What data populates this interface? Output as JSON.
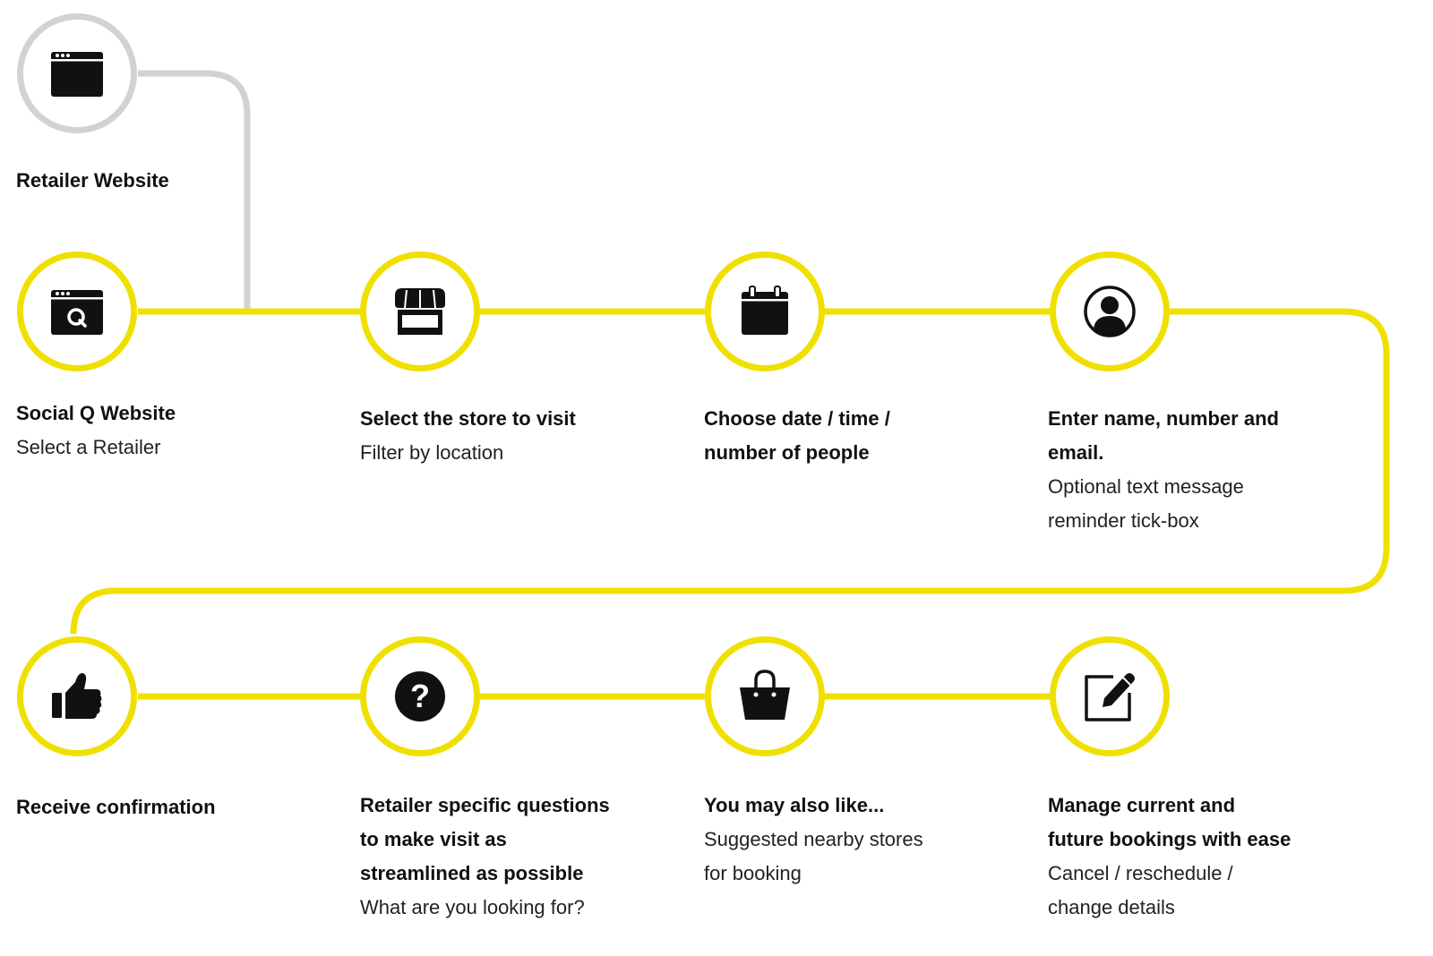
{
  "colors": {
    "accent": "#f0e000",
    "inactive": "#d2d2d2",
    "icon": "#111111"
  },
  "steps": [
    {
      "id": "retailer-website",
      "icon": "browser-window-icon",
      "title": "Retailer Website",
      "subtitle_lines": []
    },
    {
      "id": "social-q-website",
      "icon": "browser-q-icon",
      "title": "Social Q Website",
      "subtitle_lines": [
        "Select a Retailer"
      ]
    },
    {
      "id": "select-store",
      "icon": "storefront-icon",
      "title": "Select the store to visit",
      "subtitle_lines": [
        "Filter by location"
      ]
    },
    {
      "id": "choose-date",
      "icon": "calendar-icon",
      "title_lines": [
        "Choose date / time /",
        "number of people"
      ],
      "subtitle_lines": []
    },
    {
      "id": "enter-details",
      "icon": "user-avatar-icon",
      "title_lines": [
        "Enter name, number and",
        "email."
      ],
      "subtitle_lines": [
        "Optional text message",
        "reminder tick-box"
      ]
    },
    {
      "id": "receive-confirmation",
      "icon": "thumbs-up-icon",
      "title": "Receive confirmation",
      "subtitle_lines": []
    },
    {
      "id": "retailer-questions",
      "icon": "question-mark-icon",
      "title_lines": [
        "Retailer specific questions",
        "to make visit as",
        "streamlined as possible"
      ],
      "subtitle_lines": [
        "What are you looking for?"
      ]
    },
    {
      "id": "you-may-also-like",
      "icon": "shopping-bag-icon",
      "title": "You may also like...",
      "subtitle_lines": [
        "Suggested nearby stores",
        "for booking"
      ]
    },
    {
      "id": "manage-bookings",
      "icon": "edit-icon",
      "title_lines": [
        "Manage current and",
        "future bookings with ease"
      ],
      "subtitle_lines": [
        "Cancel / reschedule /",
        "change details"
      ]
    }
  ]
}
